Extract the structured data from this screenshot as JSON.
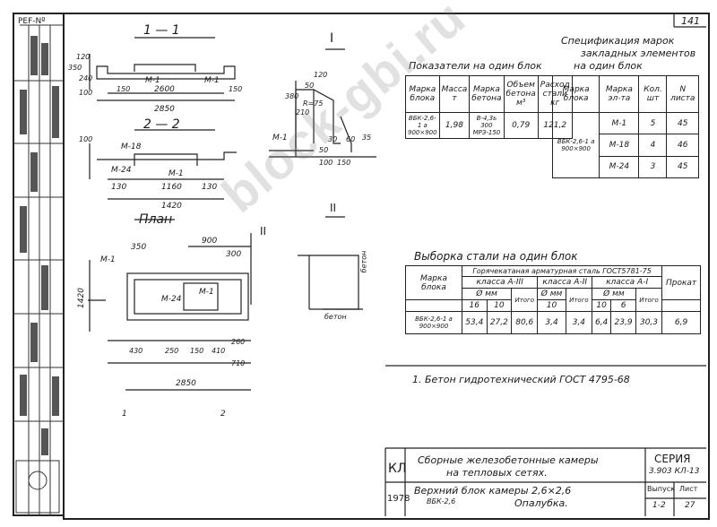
{
  "stamp": {
    "ref": "PEF-Nº"
  },
  "section1": {
    "title": "1 — 1",
    "dim_total": "2850",
    "dim_inner": "2600",
    "m1a": "M-1",
    "m1b": "M-1",
    "d150a": "150",
    "d150b": "150",
    "h120": "120",
    "h350": "350",
    "h240": "240",
    "h100": "100"
  },
  "section2": {
    "title": "2 — 2",
    "m18": "M-18",
    "m24": "M-24",
    "m1": "M-1",
    "d1160": "1160",
    "d130a": "130",
    "d130b": "130",
    "d1420": "1420",
    "h100": "100"
  },
  "detail": {
    "roman": "I",
    "m1": "M-1",
    "r": "R=75",
    "h380": "380",
    "h210": "210",
    "h50": "50",
    "h120": "120",
    "b50": "50",
    "b100": "100",
    "b150": "150",
    "b35": "35",
    "b30": "30",
    "b60": "60"
  },
  "plan": {
    "title": "План",
    "roman": "II",
    "d900": "900",
    "d300": "300",
    "d350": "350",
    "d1420": "1420",
    "d2850": "2850",
    "m1a": "M-1",
    "m1b": "M-1",
    "m24": "M-24",
    "d430": "430",
    "d250": "250",
    "d150": "150",
    "d410": "410",
    "d710": "710",
    "d260": "260",
    "sec1": "1",
    "sec2": "2"
  },
  "detail2": {
    "roman": "II",
    "label1": "бетон",
    "label2": "бетон"
  },
  "table_block": {
    "caption": "Показатели на один блок",
    "headers": [
      "Марка блока",
      "Масса т",
      "Марка бетона",
      "Объем бетона м³",
      "Расход стали кг"
    ],
    "row": [
      "ВБК-2,6-1 а 900×900",
      "1,98",
      "В-4,3ь 300 МРЗ-150",
      "0,79",
      "121,2"
    ]
  },
  "table_parts": {
    "caption1": "Спецификация марок",
    "caption2": "закладных элементов",
    "caption3": "на один блок",
    "headers": [
      "Марка блока",
      "Марка эл-та",
      "Кол. шт",
      "N листа"
    ],
    "block": "ВБК-2,6-1 а 900×900",
    "rows": [
      [
        "М-1",
        "5",
        "45"
      ],
      [
        "М-18",
        "4",
        "46"
      ],
      [
        "М-24",
        "3",
        "45"
      ]
    ]
  },
  "table_steel": {
    "caption": "Выборка стали на один блок",
    "group": "Горячекатаная арматурная сталь ГОСТ5781-75",
    "h_block": "Марка блока",
    "cls3": "класса А-III",
    "cls2": "класса А-II",
    "cls1": "класса А-I",
    "prokat": "Прокат",
    "phi": "Ø мм",
    "itogo": "Итого",
    "diam": [
      "16",
      "10",
      "",
      "10",
      "",
      "10",
      "6",
      ""
    ],
    "row_block": "ВБК-2,6-1 а 900×900",
    "values": [
      "53,4",
      "27,2",
      "80,6",
      "3,4",
      "3,4",
      "6,4",
      "23,9",
      "30,3",
      "6,9"
    ]
  },
  "note": "1. Бетон гидротехнический ГОСТ 4795-68",
  "title_block": {
    "org": "КЛ",
    "year": "1978",
    "name1": "Сборные железобетонные камеры",
    "name2": "на тепловых сетях.",
    "name3": "Верхний блок камеры 2,6×2,6",
    "name4": "ВБК-2,6",
    "name5": "Опалубка.",
    "series_label": "СЕРИЯ",
    "series": "3.903 КЛ-13",
    "issue_label": "Выпуск",
    "issue": "1-2",
    "sheet_label": "Лист",
    "sheet": "27",
    "sheet_top": "141"
  },
  "watermark": "block-gbi.ru"
}
